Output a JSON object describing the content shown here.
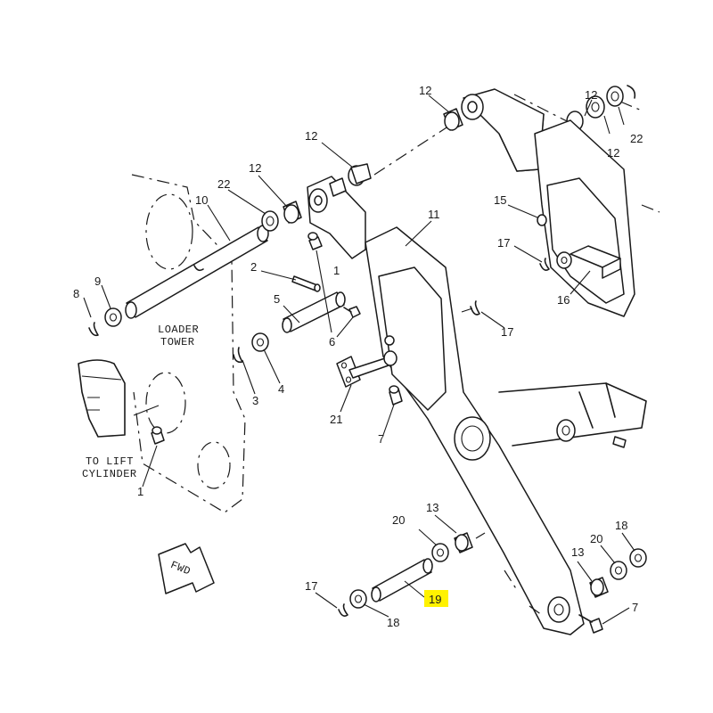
{
  "notes": {
    "loader_tower_l1": "LOADER",
    "loader_tower_l2": "TOWER",
    "lift_cylinder_l1": "TO LIFT",
    "lift_cylinder_l2": "CYLINDER",
    "fwd_arrow": "FWD"
  },
  "callouts": {
    "c12a": "12",
    "c12b": "12",
    "c12c": "12",
    "c12d": "12",
    "c12e": "12",
    "c22a": "22",
    "c22b": "22",
    "c10": "10",
    "c11": "11",
    "c15": "15",
    "c17a": "17",
    "c17b": "17",
    "c17c": "17",
    "c16": "16",
    "c8": "8",
    "c9": "9",
    "c2": "2",
    "c5": "5",
    "c1a": "1",
    "c1b": "1",
    "c6": "6",
    "c3": "3",
    "c4": "4",
    "c21": "21",
    "c7a": "7",
    "c7b": "7",
    "c20a": "20",
    "c20b": "20",
    "c13a": "13",
    "c13b": "13",
    "c18a": "18",
    "c18b": "18",
    "c19": "19"
  },
  "highlight": {
    "part": "19",
    "color": "#fff200"
  }
}
